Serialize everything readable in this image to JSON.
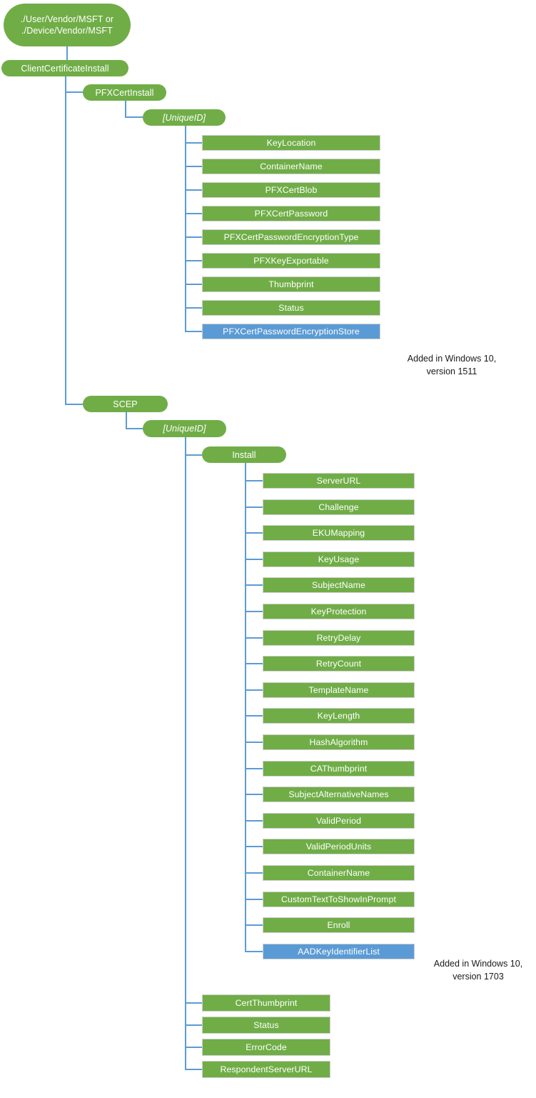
{
  "diagram": {
    "title": "ClientCertificateInstall CSP tree",
    "colors": {
      "node_green": "#70AD47",
      "node_blue": "#5B9BD5",
      "connector_blue": "#5B9BD5",
      "node_text": "#FFFFFF",
      "note_text": "#1A1A1A",
      "background": "#FFFFFF",
      "bar_border": "#CFCFCF"
    },
    "root": {
      "label": "./User/Vendor/MSFT or\n./Device/Vendor/MSFT"
    },
    "level1": {
      "label": "ClientCertificateInstall"
    },
    "pfx": {
      "node": {
        "label": "PFXCertInstall"
      },
      "unique_id": {
        "label": "[UniqueID]"
      },
      "leaves": [
        {
          "label": "KeyLocation",
          "color": "green"
        },
        {
          "label": "ContainerName",
          "color": "green"
        },
        {
          "label": "PFXCertBlob",
          "color": "green"
        },
        {
          "label": "PFXCertPassword",
          "color": "green"
        },
        {
          "label": "PFXCertPasswordEncryptionType",
          "color": "green"
        },
        {
          "label": "PFXKeyExportable",
          "color": "green"
        },
        {
          "label": "Thumbprint",
          "color": "green"
        },
        {
          "label": "Status",
          "color": "green"
        },
        {
          "label": "PFXCertPasswordEncryptionStore",
          "color": "blue"
        }
      ],
      "note": "Added in Windows 10,\nversion 1511"
    },
    "scep": {
      "node": {
        "label": "SCEP"
      },
      "unique_id": {
        "label": "[UniqueID]"
      },
      "install": {
        "label": "Install"
      },
      "install_leaves": [
        {
          "label": "ServerURL",
          "color": "green"
        },
        {
          "label": "Challenge",
          "color": "green"
        },
        {
          "label": "EKUMapping",
          "color": "green"
        },
        {
          "label": "KeyUsage",
          "color": "green"
        },
        {
          "label": "SubjectName",
          "color": "green"
        },
        {
          "label": "KeyProtection",
          "color": "green"
        },
        {
          "label": "RetryDelay",
          "color": "green"
        },
        {
          "label": "RetryCount",
          "color": "green"
        },
        {
          "label": "TemplateName",
          "color": "green"
        },
        {
          "label": "KeyLength",
          "color": "green"
        },
        {
          "label": "HashAlgorithm",
          "color": "green"
        },
        {
          "label": "CAThumbprint",
          "color": "green"
        },
        {
          "label": "SubjectAlternativeNames",
          "color": "green"
        },
        {
          "label": "ValidPeriod",
          "color": "green"
        },
        {
          "label": "ValidPeriodUnits",
          "color": "green"
        },
        {
          "label": "ContainerName",
          "color": "green"
        },
        {
          "label": "CustomTextToShowInPrompt",
          "color": "green"
        },
        {
          "label": "Enroll",
          "color": "green"
        },
        {
          "label": "AADKeyIdentifierList",
          "color": "blue"
        }
      ],
      "note": "Added in Windows 10,\nversion 1703",
      "unique_id_leaves": [
        {
          "label": "CertThumbprint",
          "color": "green"
        },
        {
          "label": "Status",
          "color": "green"
        },
        {
          "label": "ErrorCode",
          "color": "green"
        },
        {
          "label": "RespondentServerURL",
          "color": "green"
        }
      ]
    }
  }
}
